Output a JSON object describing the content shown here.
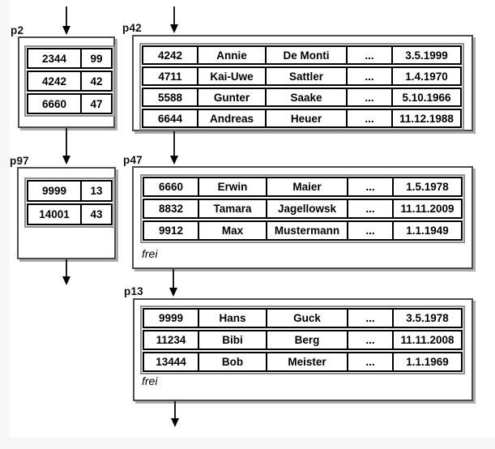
{
  "diagram": {
    "title_hint": "linked database pages with records",
    "nodes": [
      {
        "label": "p2",
        "kind": "index-page",
        "rows": [
          [
            "2344",
            "99"
          ],
          [
            "4242",
            "42"
          ],
          [
            "6660",
            "47"
          ]
        ]
      },
      {
        "label": "p42",
        "kind": "data-page",
        "rows": [
          [
            "4242",
            "Annie",
            "De Monti",
            "...",
            "3.5.1999"
          ],
          [
            "4711",
            "Kai-Uwe",
            "Sattler",
            "...",
            "1.4.1970"
          ],
          [
            "5588",
            "Gunter",
            "Saake",
            "...",
            "5.10.1966"
          ],
          [
            "6644",
            "Andreas",
            "Heuer",
            "...",
            "11.12.1988"
          ]
        ]
      },
      {
        "label": "p97",
        "kind": "index-page",
        "rows": [
          [
            "9999",
            "13"
          ],
          [
            "14001",
            "43"
          ]
        ]
      },
      {
        "label": "p47",
        "kind": "data-page",
        "rows": [
          [
            "6660",
            "Erwin",
            "Maier",
            "...",
            "1.5.1978"
          ],
          [
            "8832",
            "Tamara",
            "Jagellowsk",
            "...",
            "11.11.2009"
          ],
          [
            "9912",
            "Max",
            "Mustermann",
            "...",
            "1.1.1949"
          ]
        ],
        "footer": "frei"
      },
      {
        "label": "p13",
        "kind": "data-page",
        "rows": [
          [
            "9999",
            "Hans",
            "Guck",
            "...",
            "3.5.1978"
          ],
          [
            "11234",
            "Bibi",
            "Berg",
            "...",
            "11.11.2008"
          ],
          [
            "13444",
            "Bob",
            "Meister",
            "...",
            "1.1.1969"
          ]
        ],
        "footer": "frei"
      }
    ],
    "icons": {
      "arrow_down": "filled triangle arrowhead on vertical line"
    },
    "colors": {
      "background": "#f6f6f6",
      "slide": "#ffffff",
      "box_border": "#4d4d4d",
      "box_shadow": "#ababab",
      "table_frame": "#8f8f8f",
      "cell_border": "#000000",
      "text": "#000000"
    }
  }
}
